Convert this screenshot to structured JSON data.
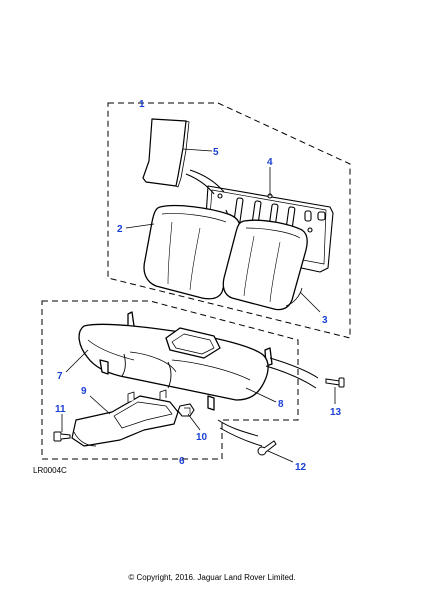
{
  "diagram": {
    "reference_code": "LR0004C",
    "copyright": "© Copyright, 2016. Jaguar Land Rover Limited.",
    "callout_color": "#1a3fd6",
    "line_color": "#000000",
    "callouts": [
      "1",
      "2",
      "3",
      "4",
      "5",
      "6",
      "7",
      "8",
      "9",
      "10",
      "11",
      "12",
      "13"
    ]
  }
}
